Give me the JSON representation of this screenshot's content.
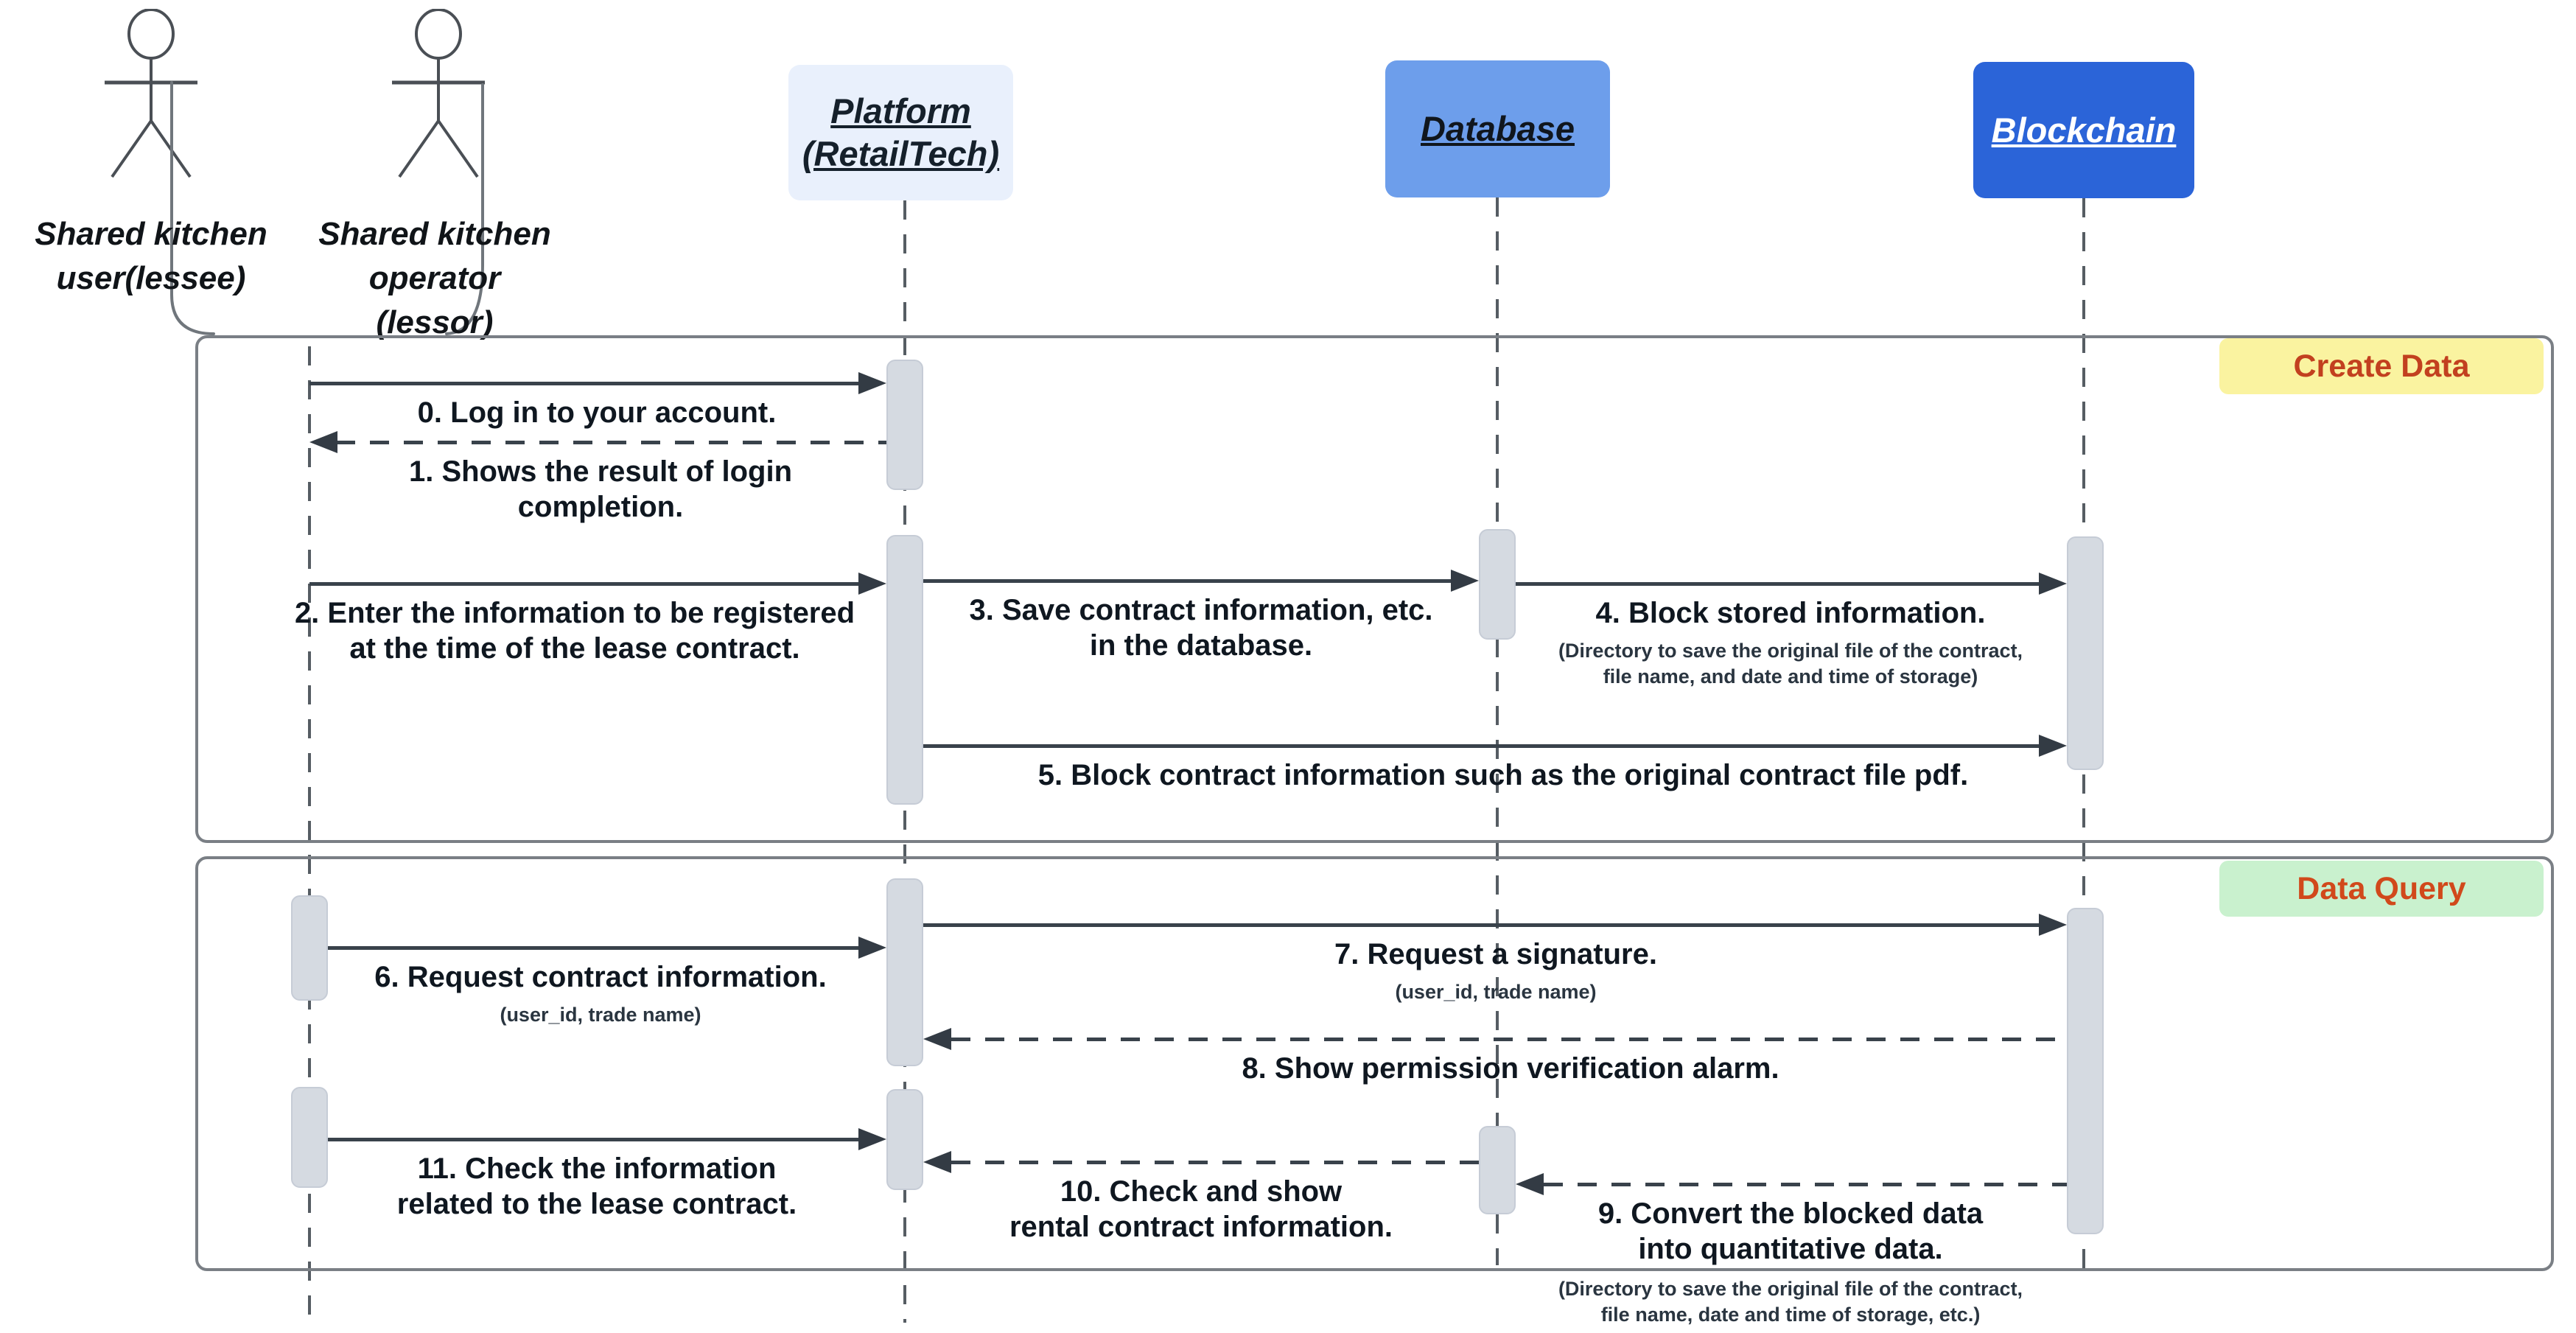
{
  "diagram_type": "uml-sequence-diagram",
  "actors": [
    {
      "id": "lessee",
      "line1": "Shared kitchen",
      "line2": "user(lessee)"
    },
    {
      "id": "operator",
      "line1": "Shared kitchen",
      "line2": "operator",
      "line3": "(lessor)"
    }
  ],
  "participants": [
    {
      "id": "platform",
      "line1": "Platform",
      "line2": "(RetailTech)",
      "fill": "#E9F0FC",
      "text_color": "#15202B"
    },
    {
      "id": "database",
      "line1": "Database",
      "fill": "#6D9EEB",
      "text_color": "#10161D"
    },
    {
      "id": "blockchain",
      "line1": "Blockchain",
      "fill": "#2B64D8",
      "text_color": "#FFFFFF"
    }
  ],
  "frames": [
    {
      "id": "create-data",
      "label": "Create Data",
      "label_bg": "#FAF3A0",
      "label_color": "#C2401F"
    },
    {
      "id": "data-query",
      "label": "Data Query",
      "label_bg": "#C9F1CE",
      "label_color": "#D1491B"
    }
  ],
  "messages": [
    {
      "num": 0,
      "type": "solid",
      "from": "operator",
      "to": "platform",
      "label1": "0. Log in to your account."
    },
    {
      "num": 1,
      "type": "dashed",
      "from": "platform",
      "to": "operator",
      "label1": "1. Shows the result of login",
      "label2": "completion."
    },
    {
      "num": 2,
      "type": "solid",
      "from": "operator",
      "to": "platform",
      "label1": "2. Enter the information to be registered",
      "label2": "at the time of the lease contract."
    },
    {
      "num": 3,
      "type": "solid",
      "from": "platform",
      "to": "database",
      "label1": "3. Save contract information, etc.",
      "label2": "in the database."
    },
    {
      "num": 4,
      "type": "solid",
      "from": "database",
      "to": "blockchain",
      "label1": "4. Block stored information.",
      "note1": "(Directory to save the original file of the contract,",
      "note2": "file name, and date and time of storage)"
    },
    {
      "num": 5,
      "type": "solid",
      "from": "platform",
      "to": "blockchain",
      "label1": "5. Block contract information such as the original contract file pdf."
    },
    {
      "num": 6,
      "type": "solid",
      "from": "lessee",
      "to": "platform",
      "label1": "6. Request contract information.",
      "note1": "(user_id, trade name)"
    },
    {
      "num": 7,
      "type": "solid",
      "from": "platform",
      "to": "blockchain",
      "label1": "7. Request a signature.",
      "note1": "(user_id, trade name)"
    },
    {
      "num": 8,
      "type": "dashed",
      "from": "blockchain",
      "to": "platform",
      "label1": "8. Show permission verification alarm."
    },
    {
      "num": 9,
      "type": "dashed",
      "from": "blockchain",
      "to": "database",
      "label1": "9. Convert the blocked data",
      "label2": "into quantitative data.",
      "note1": "(Directory to save the original file of the contract,",
      "note2": "file name, date and time of storage, etc.)"
    },
    {
      "num": 10,
      "type": "dashed",
      "from": "database",
      "to": "platform",
      "label1": "10. Check and show",
      "label2": "rental contract information."
    },
    {
      "num": 11,
      "type": "solid",
      "from": "lessee",
      "to": "platform",
      "label1": "11. Check the information",
      "label2": "related to the lease contract."
    }
  ],
  "colors": {
    "frame_border": "#7a7f85",
    "arrow": "#39424b",
    "activation_fill": "#D5DAE1",
    "lifeline": "#565d63"
  }
}
